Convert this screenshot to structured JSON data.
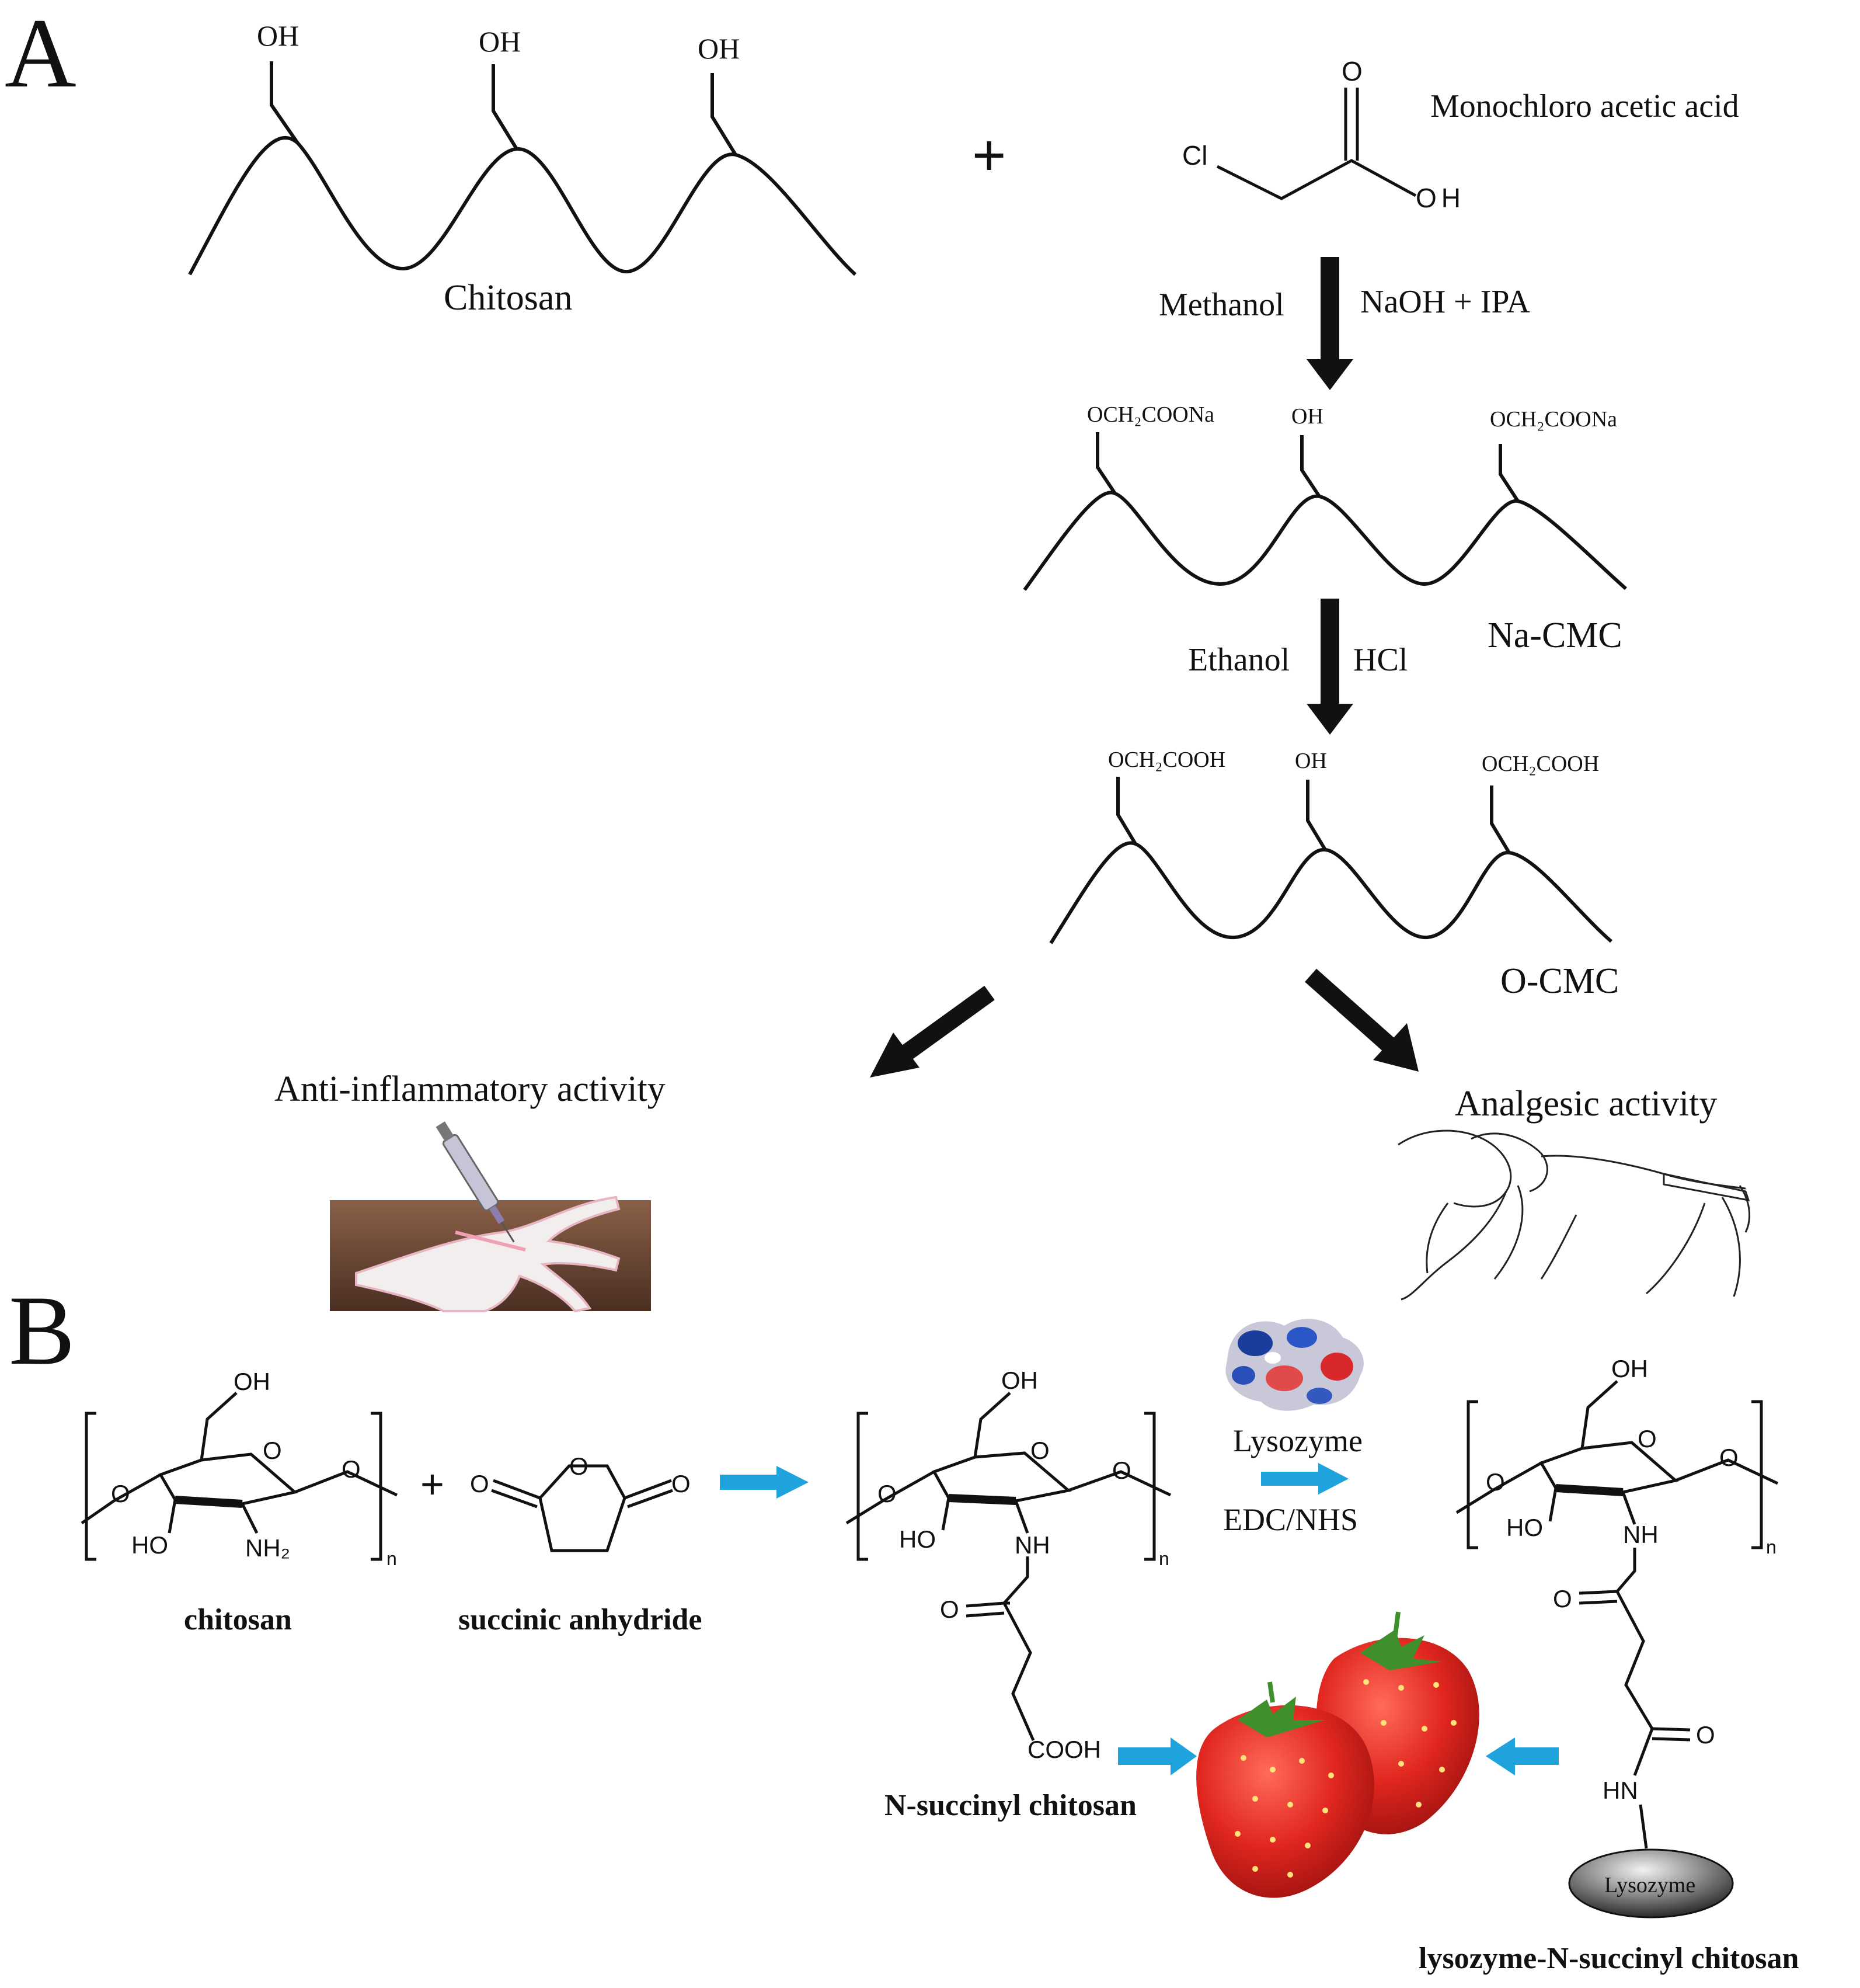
{
  "panels": {
    "a": {
      "label": "A"
    },
    "b": {
      "label": "B"
    }
  },
  "panel_a": {
    "chitosan": {
      "substituent": "OH",
      "name": "Chitosan"
    },
    "plus": "+",
    "reagent": {
      "name": "Monochloro acetic acid",
      "cl": "Cl",
      "oxygen": "O",
      "oh": "OH"
    },
    "step1": {
      "left": "Methanol",
      "right": "NaOH + IPA"
    },
    "na_cmc": {
      "sub_left": "OCH₂COONa",
      "sub_mid": "OH",
      "sub_right": "OCH₂COONa",
      "name": "Na-CMC"
    },
    "step2": {
      "left": "Ethanol",
      "right": "HCl"
    },
    "o_cmc": {
      "sub_left": "OCH₂COOH",
      "sub_mid": "OH",
      "sub_right": "OCH₂COOH",
      "name": "O-CMC"
    },
    "activity_left": "Anti-inflammatory activity",
    "activity_right": "Analgesic activity"
  },
  "panel_b": {
    "chitosan": {
      "oh_top": "OH",
      "ring_o": "O",
      "o_left": "O",
      "o_right": "O",
      "ho": "HO",
      "nh2": "NH₂",
      "n": "n",
      "name": "chitosan"
    },
    "plus": "+",
    "anhydride": {
      "o_left": "O",
      "o_ring": "O",
      "o_right": "O",
      "name": "succinic anhydride"
    },
    "nsc": {
      "oh_top": "OH",
      "ring_o": "O",
      "o_left": "O",
      "o_right": "O",
      "ho": "HO",
      "nh": "NH",
      "n": "n",
      "carbonyl": "O",
      "cooh": "COOH",
      "name": "N-succinyl chitosan"
    },
    "coupling": {
      "top": "Lysozyme",
      "bottom": "EDC/NHS"
    },
    "lnsc": {
      "oh_top": "OH",
      "ring_o": "O",
      "o_left": "O",
      "o_right": "O",
      "ho": "HO",
      "nh": "NH",
      "n": "n",
      "carbonyl1": "O",
      "carbonyl2": "O",
      "hn": "HN",
      "enzyme": "Lysozyme",
      "name": "lysozyme-N-succinyl chitosan"
    }
  },
  "colors": {
    "ink": "#111111",
    "arrow_blue": "#1ea3dd",
    "strawberry": "#e0261f",
    "leaf": "#3f8f2c",
    "enzyme_fill": "#555555"
  }
}
